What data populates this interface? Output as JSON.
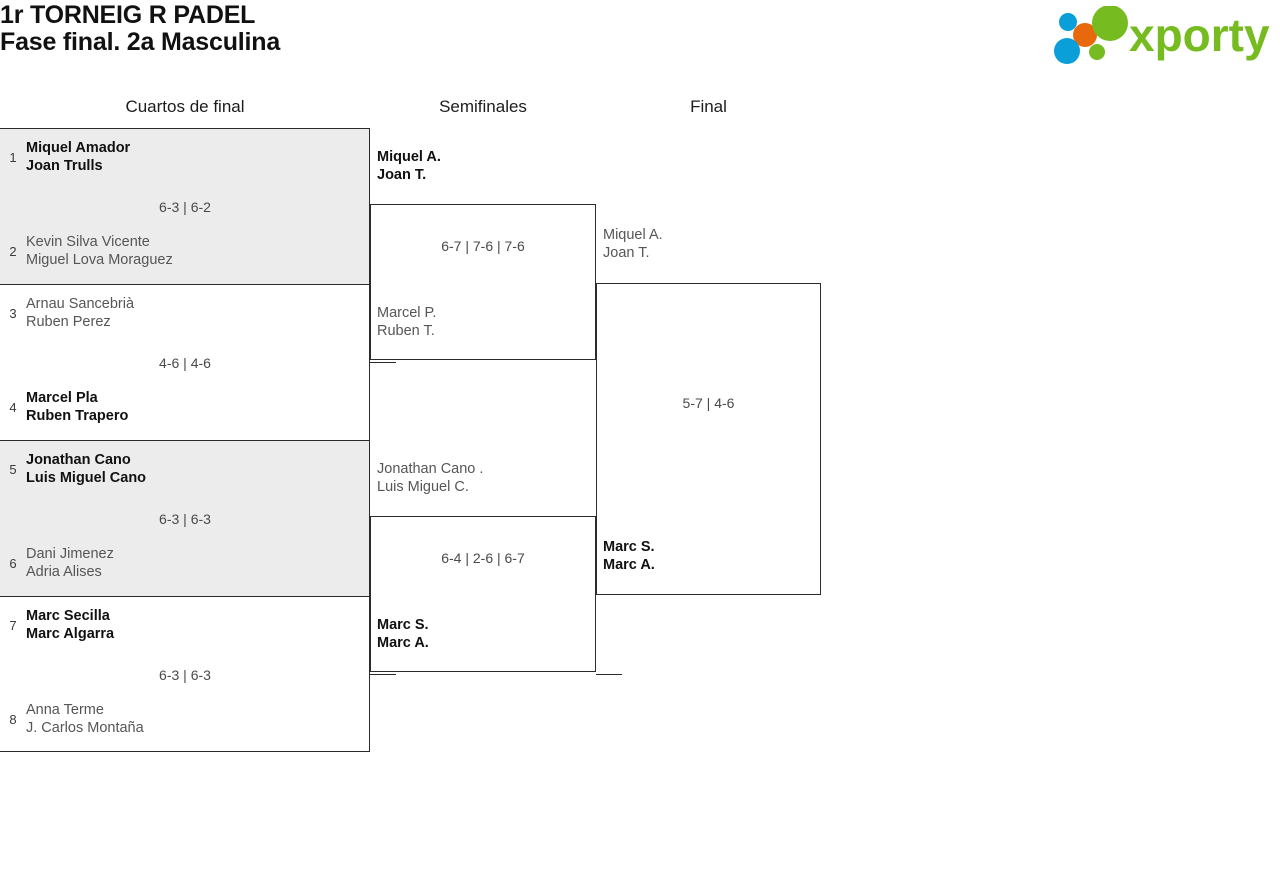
{
  "header": {
    "title_line1": "1r TORNEIG R PADEL",
    "title_line2": "Fase final. 2a Masculina",
    "logo_text": "xporty",
    "logo_colors": {
      "green": "#76bc21",
      "blue": "#0a9fd8",
      "orange": "#e8690b"
    }
  },
  "columns": {
    "quarterfinals": "Cuartos de final",
    "semifinals": "Semifinales",
    "final": "Final"
  },
  "rounds": {
    "quarterfinals": [
      {
        "shaded": true,
        "top": {
          "seed": "1",
          "line1": "Miquel Amador",
          "line2": "Joan Trulls",
          "result": "win"
        },
        "bottom": {
          "seed": "2",
          "line1": "Kevin Silva Vicente",
          "line2": "Miguel Lova Moraguez",
          "result": "lose"
        },
        "score": "6-3 | 6-2"
      },
      {
        "shaded": false,
        "top": {
          "seed": "3",
          "line1": "Arnau Sancebrià",
          "line2": "Ruben Perez",
          "result": "lose"
        },
        "bottom": {
          "seed": "4",
          "line1": "Marcel Pla",
          "line2": "Ruben Trapero",
          "result": "win"
        },
        "score": "4-6 | 4-6"
      },
      {
        "shaded": true,
        "top": {
          "seed": "5",
          "line1": "Jonathan Cano",
          "line2": "Luis Miguel Cano",
          "result": "win"
        },
        "bottom": {
          "seed": "6",
          "line1": "Dani Jimenez",
          "line2": "Adria Alises",
          "result": "lose"
        },
        "score": "6-3 | 6-3"
      },
      {
        "shaded": false,
        "top": {
          "seed": "7",
          "line1": "Marc Secilla",
          "line2": "Marc Algarra",
          "result": "win"
        },
        "bottom": {
          "seed": "8",
          "line1": "Anna Terme",
          "line2": "J. Carlos Montaña",
          "result": "lose"
        },
        "score": "6-3 | 6-3"
      }
    ],
    "semifinals": [
      {
        "top": {
          "line1": "Miquel A.",
          "line2": "Joan T.",
          "result": "win"
        },
        "bottom": {
          "line1": "Marcel P.",
          "line2": "Ruben T.",
          "result": "lose"
        },
        "score": "6-7 | 7-6 | 7-6"
      },
      {
        "top": {
          "line1": "Jonathan Cano .",
          "line2": "Luis Miguel C.",
          "result": "lose"
        },
        "bottom": {
          "line1": "Marc S.",
          "line2": "Marc A.",
          "result": "win"
        },
        "score": "6-4 | 2-6 | 6-7"
      }
    ],
    "final": [
      {
        "top": {
          "line1": "Miquel A.",
          "line2": "Joan T.",
          "result": "lose"
        },
        "bottom": {
          "line1": "Marc S.",
          "line2": "Marc A.",
          "result": "win"
        },
        "score": "5-7 | 4-6"
      }
    ]
  }
}
